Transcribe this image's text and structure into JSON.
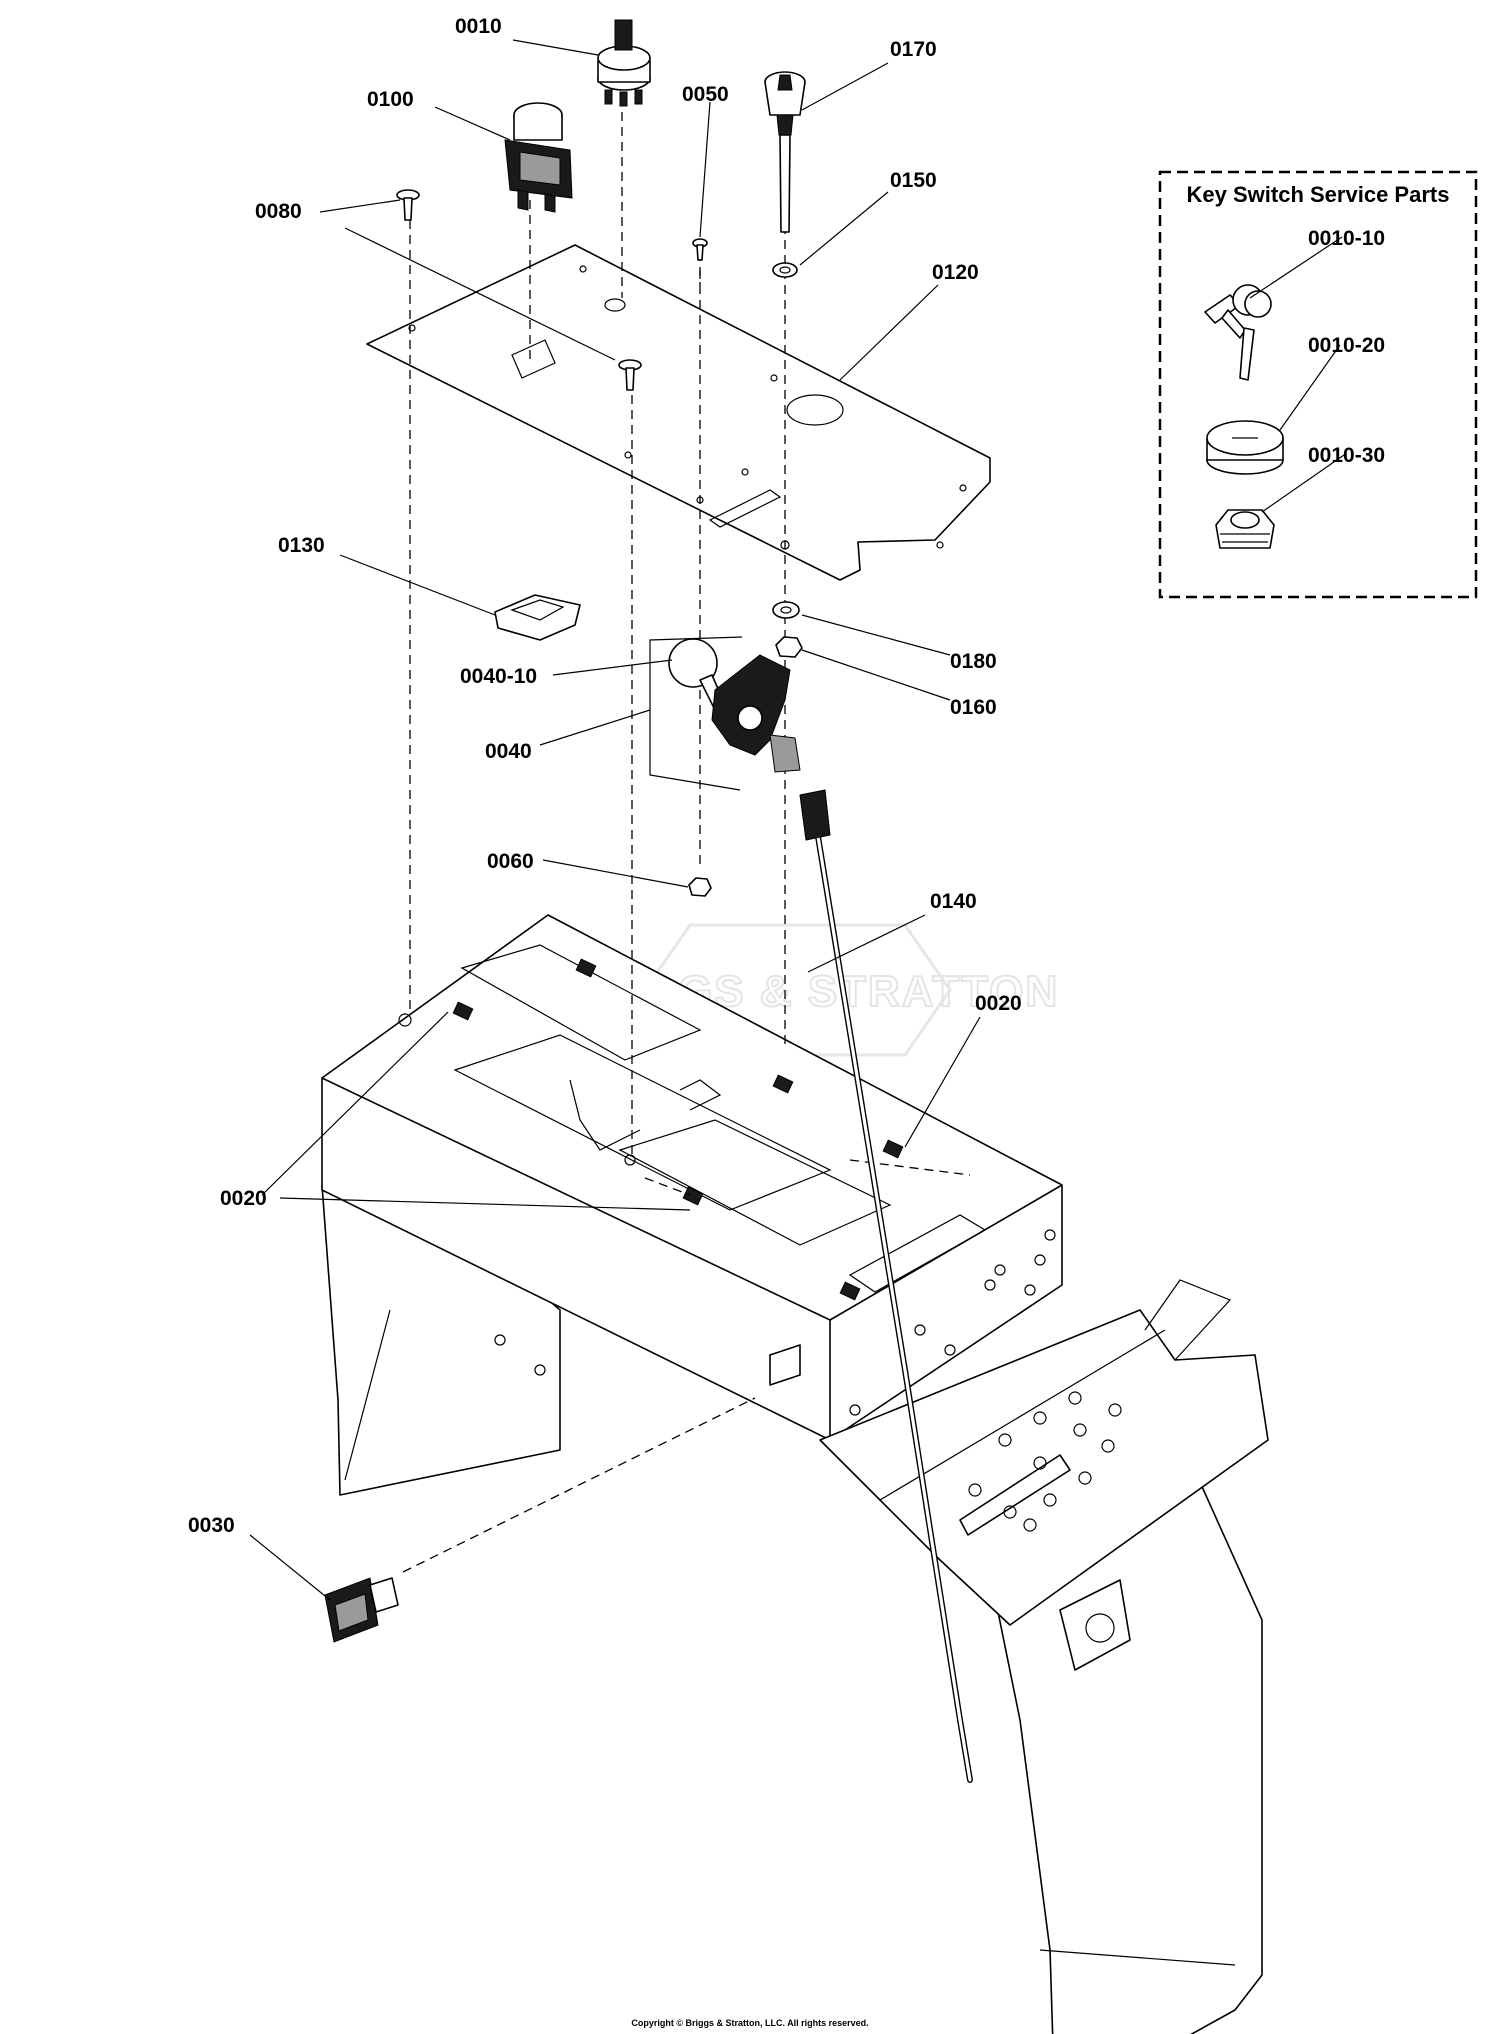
{
  "diagram": {
    "watermark": "BRIGGS & STRATTON",
    "copyright": "Copyright © Briggs & Stratton, LLC. All rights reserved.",
    "inset_title": "Key Switch Service Parts",
    "callouts": {
      "p0010": "0010",
      "p0100": "0100",
      "p0050": "0050",
      "p0170": "0170",
      "p0150": "0150",
      "p0080": "0080",
      "p0120": "0120",
      "p0130": "0130",
      "p0180": "0180",
      "p0040_10": "0040-10",
      "p0160": "0160",
      "p0040": "0040",
      "p0060": "0060",
      "p0140": "0140",
      "p0020_right": "0020",
      "p0020_left": "0020",
      "p0030": "0030",
      "p0010_10": "0010-10",
      "p0010_20": "0010-20",
      "p0010_30": "0010-30"
    }
  }
}
